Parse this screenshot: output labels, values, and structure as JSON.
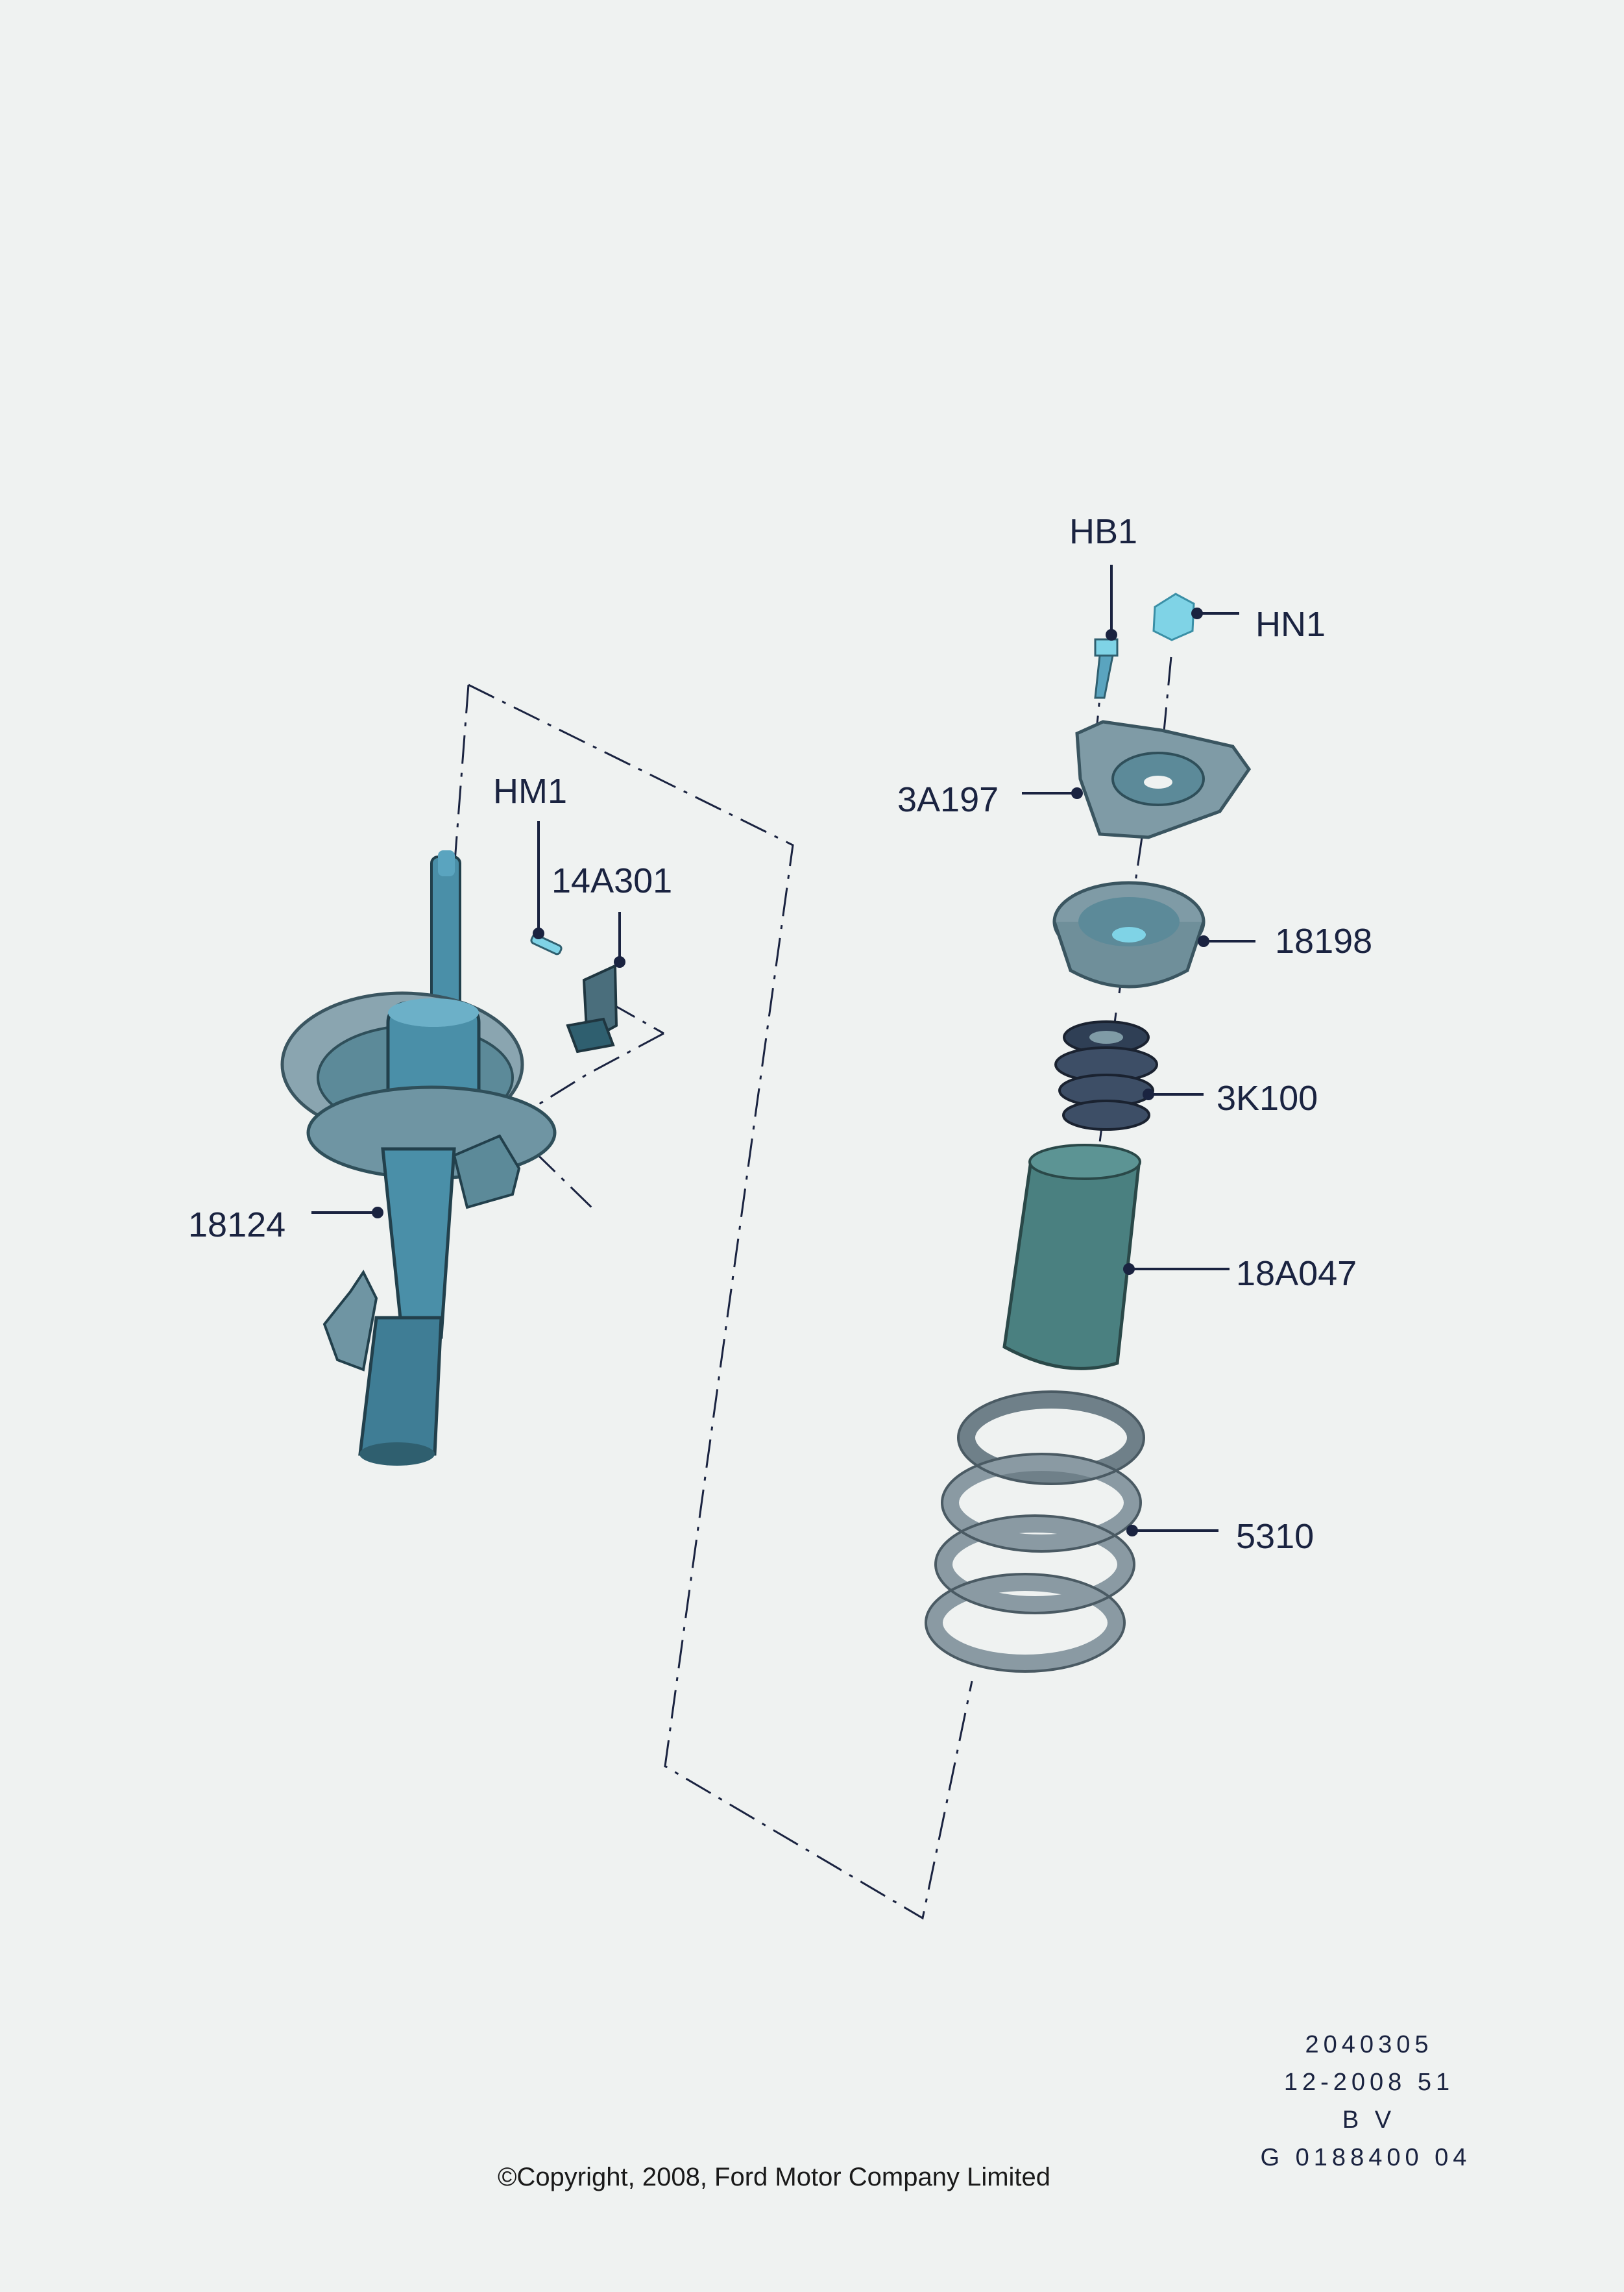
{
  "labels": {
    "hb1": "HB1",
    "hn1": "HN1",
    "hm1": "HM1",
    "p14a301": "14A301",
    "p3a197": "3A197",
    "p18198": "18198",
    "p3k100": "3K100",
    "p18124": "18124",
    "p18a047": "18A047",
    "p5310": "5310"
  },
  "reference": {
    "line1": "2040305",
    "line2": "12-2008 51",
    "line3": "B V",
    "line4": "G 0188400 04"
  },
  "copyright": "©Copyright, 2008, Ford Motor Company Limited",
  "colors": {
    "background": "#eff2f1",
    "part_blue": "#4a8fa8",
    "part_dark": "#2f5f6f",
    "part_highlight": "#7fd3e6",
    "spring": "#8a9aa3",
    "text": "#1a2340"
  },
  "icons": [
    "strut-icon",
    "spring-icon",
    "bolt-icon",
    "nut-icon",
    "bracket-icon",
    "top-mount-icon",
    "bearing-icon",
    "bump-stop-icon",
    "dust-boot-icon"
  ]
}
